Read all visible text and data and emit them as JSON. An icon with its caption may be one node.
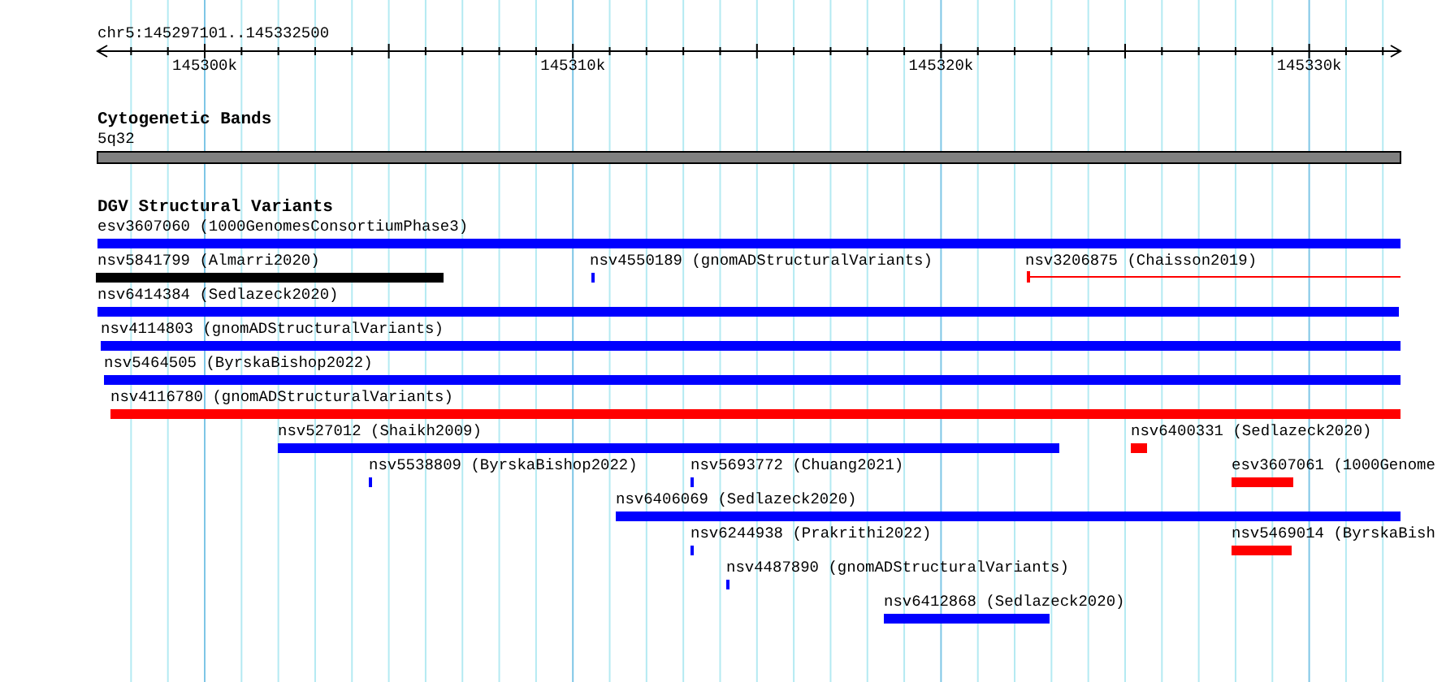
{
  "diagram": {
    "labels": [
      "chr5:145297101..145332500",
      "145300k",
      "145310k",
      "145320k",
      "145330k",
      "Cytogenetic Bands",
      "5q32",
      "DGV Structural Variants",
      "esv3607060 (1000GenomesConsortiumPhase3)",
      "nsv5841799 (Almarri2020)",
      "nsv4550189 (gnomADStructuralVariants)",
      "nsv3206875 (Chaisson2019)",
      "nsv6414384 (Sedlazeck2020)",
      "nsv4114803 (gnomADStructuralVariants)",
      "nsv5464505 (ByrskaBishop2022)",
      "nsv4116780 (gnomADStructuralVariants)",
      "nsv527012 (Shaikh2009)",
      "nsv6400331 (Sedlazeck2020)",
      "nsv5538809 (ByrskaBishop2022)",
      "nsv5693772 (Chuang2021)",
      "esv3607061 (1000Genome",
      "nsv6406069 (Sedlazeck2020)",
      "nsv6244938 (Prakrithi2022)",
      "nsv5469014 (ByrskaBish",
      "nsv4487890 (gnomADStructuralVariants)",
      "nsv6412868 (Sedlazeck2020)"
    ]
  }
}
